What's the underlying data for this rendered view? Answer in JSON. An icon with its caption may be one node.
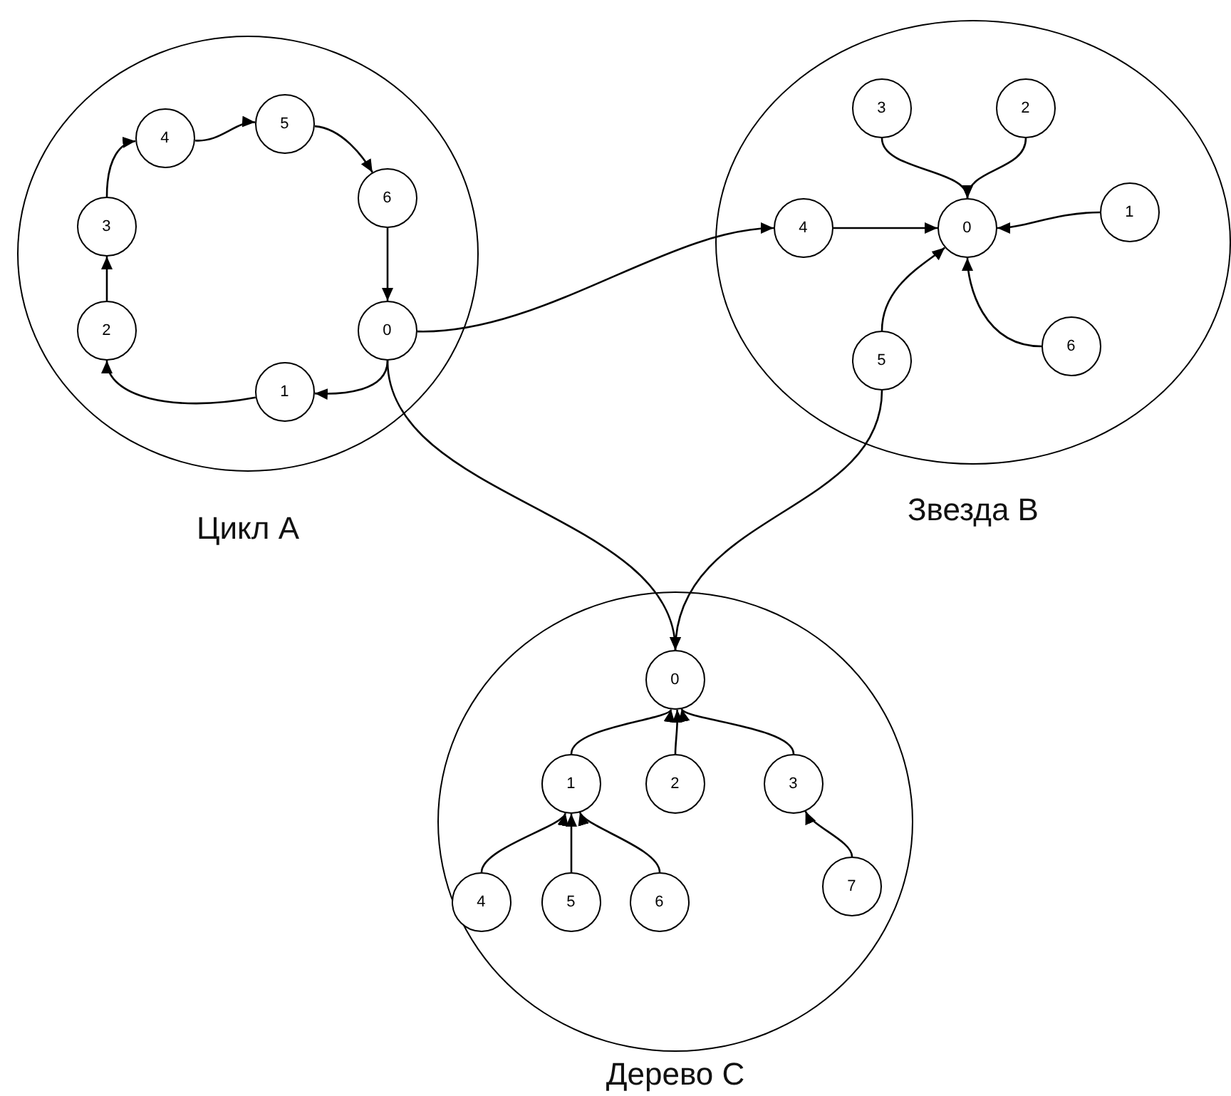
{
  "diagram": {
    "nodes": [
      {
        "text": [
          "Цикл А"
        ]
      },
      {
        "text": [
          "0"
        ],
        "in": 0
      },
      {
        "text": [
          "1"
        ],
        "in": 0
      },
      {
        "text": [
          "2"
        ],
        "in": 0
      },
      {
        "text": [
          "3"
        ],
        "in": 0
      },
      {
        "text": [
          "4"
        ],
        "in": 0
      },
      {
        "text": [
          "5"
        ],
        "in": 0
      },
      {
        "text": [
          "6"
        ],
        "in": 0
      },
      {
        "text": [
          "Звезда В"
        ]
      },
      {
        "text": [
          "0"
        ],
        "in": 8
      },
      {
        "text": [
          "1"
        ],
        "in": 8
      },
      {
        "text": [
          "2"
        ],
        "in": 8
      },
      {
        "text": [
          "3"
        ],
        "in": 8
      },
      {
        "text": [
          "4"
        ],
        "in": 8
      },
      {
        "text": [
          "5"
        ],
        "in": 8
      },
      {
        "text": [
          "6"
        ],
        "in": 8
      },
      {
        "text": [
          "Дерево С"
        ]
      },
      {
        "text": [
          "0"
        ],
        "in": 16
      },
      {
        "text": [
          "1"
        ],
        "in": 16
      },
      {
        "text": [
          "2"
        ],
        "in": 16
      },
      {
        "text": [
          "3"
        ],
        "in": 16
      },
      {
        "text": [
          "4"
        ],
        "in": 16
      },
      {
        "text": [
          "5"
        ],
        "in": 16
      },
      {
        "text": [
          "6"
        ],
        "in": 16
      },
      {
        "text": [
          "7"
        ],
        "in": 16
      }
    ],
    "edges": [
      {
        "from": 1,
        "to": 2,
        "arrow": "to"
      },
      {
        "from": 2,
        "to": 3,
        "arrow": "to"
      },
      {
        "from": 3,
        "to": 4,
        "arrow": "to"
      },
      {
        "from": 4,
        "to": 5,
        "arrow": "to"
      },
      {
        "from": 5,
        "to": 6,
        "arrow": "to"
      },
      {
        "from": 6,
        "to": 7,
        "arrow": "to"
      },
      {
        "from": 7,
        "to": 1,
        "arrow": "to"
      },
      {
        "from": 12,
        "to": 9,
        "arrow": "to"
      },
      {
        "from": 11,
        "to": 9,
        "arrow": "to"
      },
      {
        "from": 10,
        "to": 9,
        "arrow": "to"
      },
      {
        "from": 13,
        "to": 9,
        "arrow": "to"
      },
      {
        "from": 15,
        "to": 9,
        "arrow": "to"
      },
      {
        "from": 14,
        "to": 9,
        "arrow": "to"
      },
      {
        "from": 18,
        "to": 17,
        "arrow": "to"
      },
      {
        "from": 19,
        "to": 17,
        "arrow": "to"
      },
      {
        "from": 20,
        "to": 17,
        "arrow": "to"
      },
      {
        "from": 21,
        "to": 18,
        "arrow": "to"
      },
      {
        "from": 22,
        "to": 18,
        "arrow": "to"
      },
      {
        "from": 23,
        "to": 18,
        "arrow": "to"
      },
      {
        "from": 24,
        "to": 20,
        "arrow": "to"
      },
      {
        "from": 1,
        "to": 13,
        "arrow": "to"
      },
      {
        "from": 1,
        "to": 17,
        "arrow": "to"
      },
      {
        "from": 14,
        "to": 17,
        "arrow": "to"
      }
    ]
  }
}
